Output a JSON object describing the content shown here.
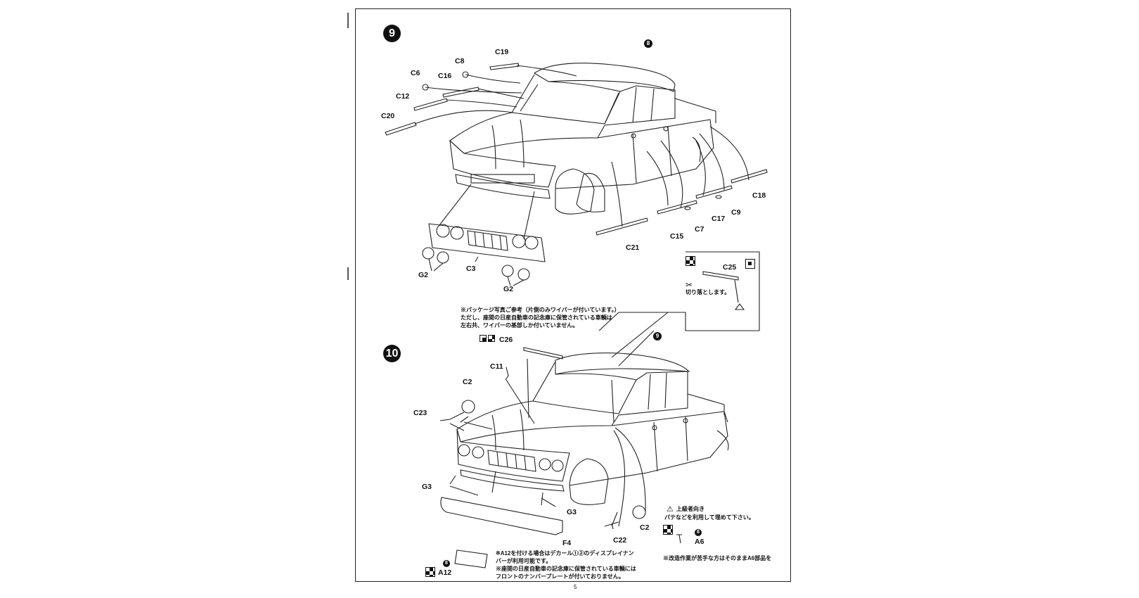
{
  "page_number": "5",
  "steps": {
    "nine": "9",
    "ten": "10"
  },
  "step9": {
    "body_ref": "8",
    "parts": {
      "c19": "C19",
      "c8": "C8",
      "c6": "C6",
      "c16": "C16",
      "c12": "C12",
      "c20": "C20",
      "c18": "C18",
      "c9": "C9",
      "c17": "C17",
      "c7": "C7",
      "c15": "C15",
      "c21": "C21",
      "c3": "C3",
      "g2_left": "G2",
      "g2_right": "G2"
    }
  },
  "step10": {
    "body_ref": "9",
    "parts": {
      "c25": "C25",
      "c26": "C26",
      "c11": "C11",
      "c2_top": "C2",
      "c23": "C23",
      "g3_left": "G3",
      "g3_right": "G3",
      "f4": "F4",
      "c22": "C22",
      "c2_bottom": "C2",
      "a6": "A6",
      "a6_ref": "8",
      "a12": "A12",
      "a12_ref": "8"
    },
    "notes": {
      "package_photo": [
        "※パッケージ写真ご参考（片側のみワイパーが付いています。）",
        "ただし、座間の日産自動車の記念庫に保管されている車輌は",
        "左右共、ワイパーの基部しか付いていません。"
      ],
      "cut_off": "切り落とします。",
      "advanced": [
        "上級者向き",
        "パテなどを利用して埋めて下さい。"
      ],
      "mod": "※改造作業が苦手な方はそのままA6部品を",
      "plate": [
        "※A12を付ける場合はデカール①②のディスプレイナン",
        "バーが利用可能です。",
        "※座間の日産自動車の記念庫に保管されている車輌には",
        "フロントのナンバープレートが付いておりません。"
      ]
    }
  }
}
